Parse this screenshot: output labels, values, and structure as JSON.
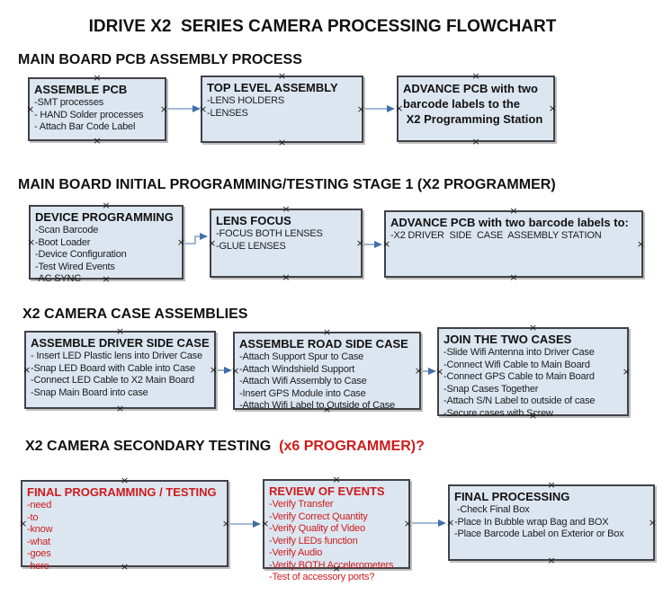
{
  "title": "IDRIVE X2  SERIES CAMERA PROCESSING FLOWCHART",
  "connection_marker": "×",
  "colors": {
    "box_fill": "#dce6f1",
    "box_border": "#414147",
    "red_text": "#cf1b1b",
    "arrow_shaft": "#85a3c4",
    "arrow_head": "#3f6fa8",
    "text": "#1a1a1a"
  },
  "sections": [
    {
      "heading": "MAIN BOARD PCB ASSEMBLY PROCESS",
      "boxes": [
        {
          "title": "ASSEMBLE PCB",
          "items": [
            "-SMT processes",
            "- HAND Solder processes",
            "- Attach Bar Code Label"
          ]
        },
        {
          "title": "TOP LEVEL ASSEMBLY",
          "items": [
            "-LENS HOLDERS",
            "-LENSES"
          ]
        },
        {
          "title_lines": [
            "ADVANCE PCB with two",
            "barcode labels to the",
            " X2 Programming Station"
          ]
        }
      ]
    },
    {
      "heading": "MAIN BOARD INITIAL PROGRAMMING/TESTING STAGE 1 (X2 PROGRAMMER)",
      "boxes": [
        {
          "title": "DEVICE PROGRAMMING",
          "items": [
            "-Scan Barcode",
            "-Boot Loader",
            "-Device Configuration",
            "-Test Wired Events",
            "-AC SYNC"
          ]
        },
        {
          "title": "LENS FOCUS",
          "items": [
            "-FOCUS BOTH LENSES",
            "-GLUE LENSES"
          ]
        },
        {
          "title": "ADVANCE PCB with two barcode labels to:",
          "items": [
            "-X2 DRIVER  SIDE  CASE  ASSEMBLY STATION"
          ]
        }
      ]
    },
    {
      "heading": "X2 CAMERA CASE ASSEMBLIES",
      "boxes": [
        {
          "title": "ASSEMBLE DRIVER SIDE CASE",
          "items": [
            "- Insert LED Plastic lens into Driver Case",
            "-Snap LED Board with Cable into Case",
            "-Connect LED Cable to X2 Main Board",
            "-Snap Main Board into case"
          ]
        },
        {
          "title": "ASSEMBLE ROAD SIDE CASE",
          "items": [
            "-Attach Support Spur to Case",
            "-Attach Windshield Support",
            "-Attach Wifi Assembly to Case",
            "-Insert GPS Module into Case",
            "-Attach Wifi Label to Outside of Case"
          ]
        },
        {
          "title": "JOIN THE TWO CASES",
          "items": [
            "-Slide Wifi Antenna into Driver Case",
            "-Connect Wifi Cable to Main Board",
            "-Connect GPS Cable to Main Board",
            "-Snap Cases Together",
            "-Attach S/N Label to outside of case",
            "-Secure cases with Screw"
          ]
        }
      ]
    },
    {
      "heading": "X2 CAMERA SECONDARY TESTING ",
      "heading_suffix": " (x6 PROGRAMMER)?",
      "boxes": [
        {
          "title": "FINAL PROGRAMMING / TESTING",
          "items": [
            "-need",
            "-to",
            "-know",
            "-what",
            "-goes",
            "-here"
          ]
        },
        {
          "title": "REVIEW OF EVENTS",
          "items": [
            "-Verify Transfer",
            "-Verify Correct Quantity",
            "-Verify Quality of Video",
            "-Verify LEDs function",
            "-Verify Audio",
            "-Verify BOTH Accelerometers",
            "-Test of accessory ports?"
          ]
        },
        {
          "title": "FINAL PROCESSING",
          "items": [
            " -Check Final Box",
            "-Place In Bubble wrap Bag and BOX",
            "-Place Barcode Label on Exterior or Box"
          ]
        }
      ]
    }
  ]
}
